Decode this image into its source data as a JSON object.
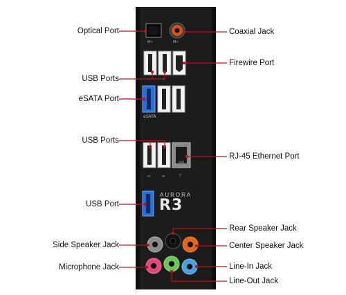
{
  "labels": {
    "optical_port": "Optical Port",
    "coaxial_jack": "Coaxial Jack",
    "firewire_port": "Firewire Port",
    "usb_ports_top": "USB Ports",
    "esata_port": "eSATA Port",
    "usb_ports_mid": "USB Ports",
    "rj45_port": "RJ-45 Ethernet Port",
    "usb_port": "USB Port",
    "rear_speaker_jack": "Rear Speaker Jack",
    "side_speaker_jack": "Side Speaker Jack",
    "center_speaker_jack": "Center Speaker Jack",
    "microphone_jack": "Microphone Jack",
    "line_in_jack": "Line-In Jack",
    "line_out_jack": "Line-Out Jack"
  },
  "panel_text": {
    "brand_small": "AURORA",
    "brand_large": "R3",
    "esata_tag": "eSATA"
  },
  "colors": {
    "callout_line": "#c0101a",
    "panel": "#1e1e1e",
    "usb3_blue": "#2a6fd6",
    "jack_grey": "#8a8a8a",
    "jack_black": "#111111",
    "jack_orange": "#e2651c",
    "jack_pink": "#e0487a",
    "jack_green": "#6cc25a",
    "jack_blue": "#4aa0d8",
    "coax_orange": "#d4561a"
  }
}
